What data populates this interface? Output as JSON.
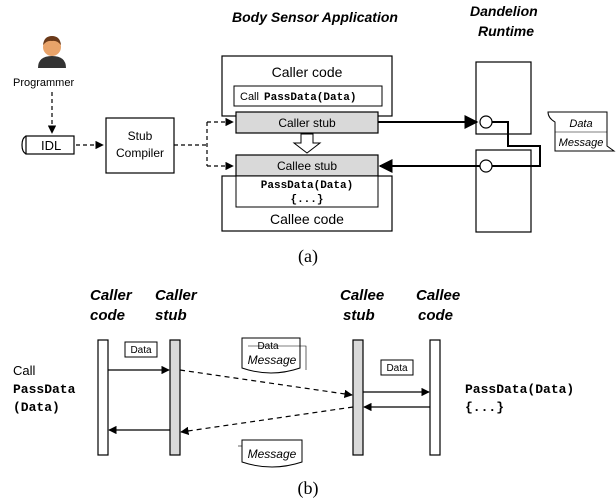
{
  "a": {
    "title_app": "Body Sensor Application",
    "title_runtime_1": "Dandelion",
    "title_runtime_2": "Runtime",
    "programmer": "Programmer",
    "idl": "IDL",
    "stub_compiler_1": "Stub",
    "stub_compiler_2": "Compiler",
    "caller_code": "Caller code",
    "call_prefix": "Call",
    "call_fn": "PassData(Data)",
    "caller_stub": "Caller stub",
    "callee_stub": "Callee stub",
    "callee_fn": "PassData(Data)",
    "callee_body": "{...}",
    "callee_code": "Callee code",
    "msg_data": "Data",
    "msg_message": "Message",
    "caption": "(a)"
  },
  "b": {
    "caller_code_1": "Caller",
    "caller_code_2": "code",
    "caller_stub_1": "Caller",
    "caller_stub_2": "stub",
    "callee_stub_1": "Callee",
    "callee_stub_2": "stub",
    "callee_code_1": "Callee",
    "callee_code_2": "code",
    "call_prefix": "Call",
    "call_fn_1": "PassData",
    "call_fn_2": "(Data)",
    "data_left": "Data",
    "msg_top_data": "Data",
    "msg_top_message": "Message",
    "data_right": "Data",
    "msg_bottom": "Message",
    "callee_fn": "PassData(Data)",
    "callee_body": "{...}",
    "caption": "(b)"
  },
  "colors": {
    "stub_fill": "#d9d9d9",
    "line": "#000000",
    "person_head": "#e8a36a",
    "person_body": "#333333"
  }
}
